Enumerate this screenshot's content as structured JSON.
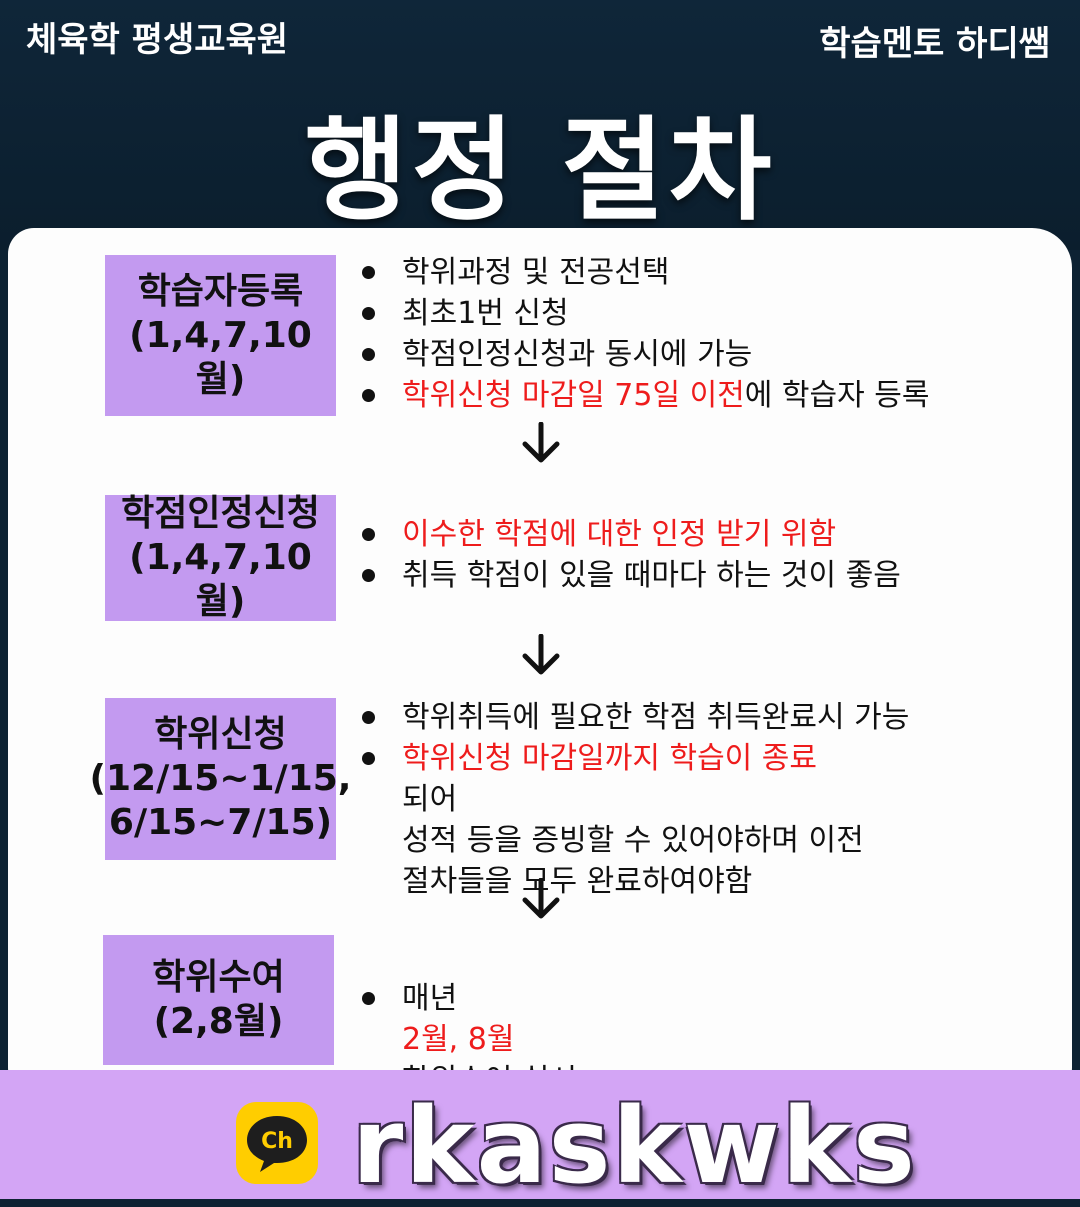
{
  "header": {
    "brand_left": "체육학 평생교육원",
    "brand_right": "학습멘토 하디쌤",
    "title": "행정 절차"
  },
  "steps": [
    {
      "title": "학습자등록",
      "period": [
        "(1,4,7,10월)"
      ],
      "bullets": [
        {
          "parts": [
            {
              "text": "학위과정 및 전공선택"
            }
          ]
        },
        {
          "parts": [
            {
              "text": "최초1번 신청"
            }
          ]
        },
        {
          "parts": [
            {
              "text": "학점인정신청과 동시에 가능"
            }
          ]
        },
        {
          "parts": [
            {
              "text": "학위신청 마감일 75일 이전",
              "highlight": true
            },
            {
              "text": "에 학습자 등록"
            }
          ]
        }
      ]
    },
    {
      "title": "학점인정신청",
      "period": [
        "(1,4,7,10월)"
      ],
      "bullets": [
        {
          "parts": [
            {
              "text": "이수한 학점에 대한 인정 받기 위함",
              "highlight": true
            }
          ]
        },
        {
          "parts": [
            {
              "text": "취득 학점이 있을 때마다 하는 것이 좋음"
            }
          ]
        }
      ]
    },
    {
      "title": "학위신청",
      "period": [
        "(12/15~1/15,",
        "6/15~7/15)"
      ],
      "bullets": [
        {
          "parts": [
            {
              "text": "학위취득에 필요한 학점 취득완료시 가능"
            }
          ]
        },
        {
          "parts": [
            {
              "text": "학위신청 마감일까지 학습이 종료",
              "highlight": true
            },
            {
              "text": "되어"
            }
          ],
          "continuation": [
            "성적 등을 증빙할 수 있어야하며 이전",
            "절차들을 모두 완료하여야함"
          ]
        }
      ]
    },
    {
      "title": "학위수여",
      "period": [
        "(2,8월)"
      ],
      "bullets": [
        {
          "parts": [
            {
              "text": "매년 "
            },
            {
              "text": "2월, 8월",
              "highlight": true
            },
            {
              "text": " 학위수여 실시"
            }
          ]
        }
      ]
    }
  ],
  "footer": {
    "channel_icon_label": "Ch",
    "channel_icon": "kakao-channel-icon",
    "handle": "rkaskwks"
  },
  "colors": {
    "header_bg": "#0d2233",
    "step_box": "#c39af0",
    "highlight": "#ee1c1c",
    "footer_bg": "#d3a5f5",
    "kakao_yellow": "#ffcd00"
  }
}
